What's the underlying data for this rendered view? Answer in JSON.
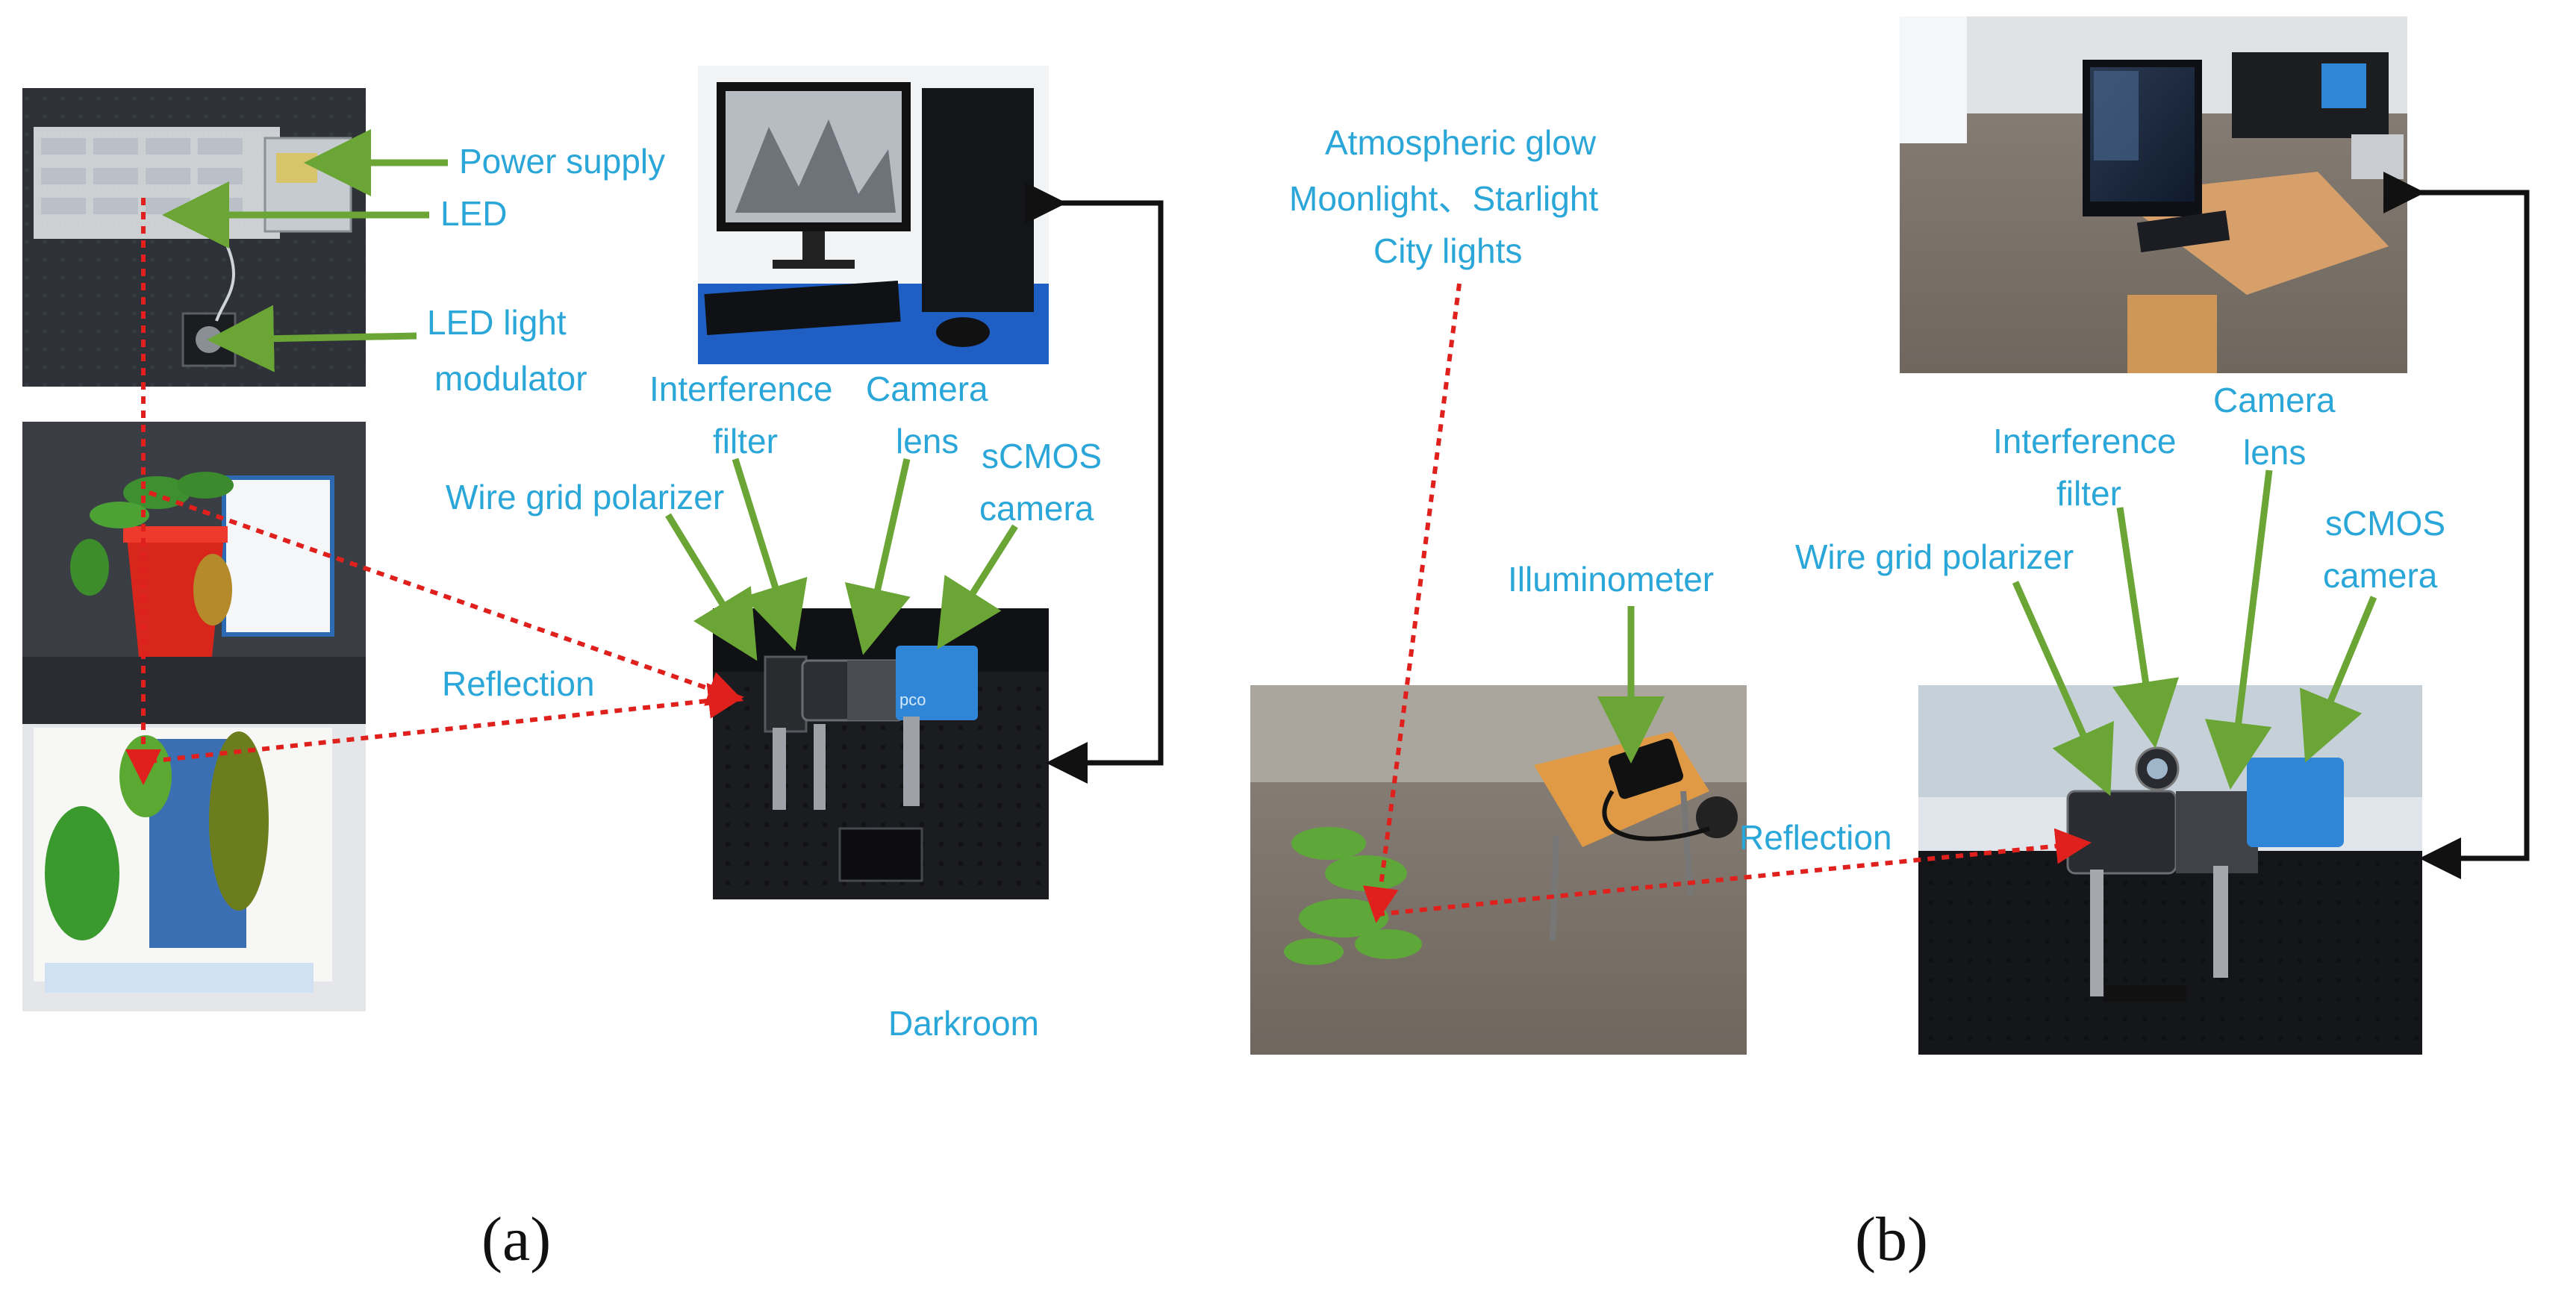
{
  "colors": {
    "label_blue": "#2aa7d8",
    "callout_green": "#6aa535",
    "reflection_red": "#e0201c",
    "link_black": "#111111"
  },
  "panel_a": {
    "labels": {
      "power_supply": "Power supply",
      "led": "LED",
      "led_modulator_1": "LED light",
      "led_modulator_2": "modulator",
      "interference_1": "Interference",
      "interference_2": "filter",
      "camera_lens_1": "Camera",
      "camera_lens_2": "lens",
      "scmos_1": "sCMOS",
      "scmos_2": "camera",
      "wire_grid": "Wire grid polarizer",
      "reflection": "Reflection",
      "darkroom": "Darkroom"
    },
    "caption": "(a)"
  },
  "panel_b": {
    "labels": {
      "sources_1": "Atmospheric glow",
      "sources_2": "Moonlight、Starlight",
      "sources_3": "City lights",
      "illuminometer": "Illuminometer",
      "interference_1": "Interference",
      "interference_2": "filter",
      "camera_lens_1": "Camera",
      "camera_lens_2": "lens",
      "scmos_1": "sCMOS",
      "scmos_2": "camera",
      "wire_grid": "Wire grid polarizer",
      "reflection": "Reflection"
    },
    "caption": "(b)"
  }
}
